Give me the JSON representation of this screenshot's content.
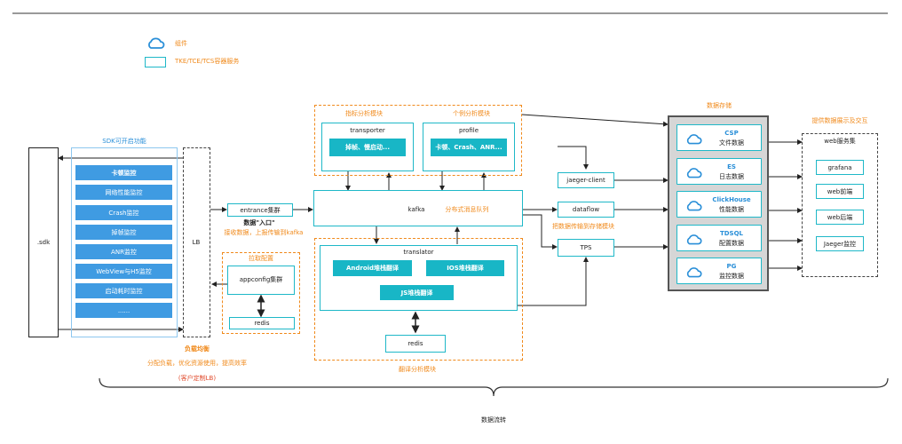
{
  "legend": {
    "component": "组件",
    "container_service": "TKE/TCE/TCS容器服务"
  },
  "sdk": {
    "label": ".sdk",
    "title": "SDK可开启功能",
    "items": [
      "卡顿监控",
      "网络性能监控",
      "Crash监控",
      "掉帧监控",
      "ANR监控",
      "WebView与H5监控",
      "启动耗时监控",
      "......"
    ]
  },
  "lb": {
    "label": "LB",
    "title": "负载均衡",
    "desc": "分配负载，优化资源使用，提高效率",
    "note": "(客户定制LB)"
  },
  "entrance": {
    "label": "entrance集群",
    "caption": "数据\"入口\"",
    "desc": "接收数据，上报传输到kafka"
  },
  "appconfig": {
    "title": "拉取配置",
    "label": "appconfig集群",
    "redis": "redis"
  },
  "analysis": {
    "metric_title": "指标分析模块",
    "case_title": "个例分析模块",
    "transporter": "transporter",
    "transporter_inner": "掉帧、慢启动...",
    "profile": "profile",
    "profile_inner": "卡顿、Crash、ANR..."
  },
  "kafka": {
    "label": "kafka",
    "desc": "分布式消息队列"
  },
  "translator": {
    "label": "translator",
    "android": "Android堆栈翻译",
    "ios": "IOS堆栈翻译",
    "js": "JS堆栈翻译",
    "redis": "redis",
    "title": "翻译分析模块"
  },
  "middle": {
    "jaeger_client": "jaeger-client",
    "dataflow": "dataflow",
    "tps": "TPS",
    "caption": "把数据传输到存储模块"
  },
  "storage": {
    "title": "数据存储",
    "items": [
      {
        "name": "CSP",
        "desc": "文件数据"
      },
      {
        "name": "ES",
        "desc": "日志数据"
      },
      {
        "name": "ClickHouse",
        "desc": "性能数据"
      },
      {
        "name": "TDSQL",
        "desc": "配置数据"
      },
      {
        "name": "PG",
        "desc": "监控数据"
      }
    ]
  },
  "web": {
    "title": "提供数据展示及交互",
    "cluster": "web服务集",
    "items": [
      "grafana",
      "web前端",
      "web后端",
      "Jaeger监控"
    ]
  },
  "bottom": {
    "label": "数据流转"
  },
  "colors": {
    "teal": "#1fb8c8",
    "sdk_blue": "#3f9be2",
    "orange": "#f08a1c",
    "red": "#e04b2c",
    "cloud": "#2a8fd8"
  }
}
